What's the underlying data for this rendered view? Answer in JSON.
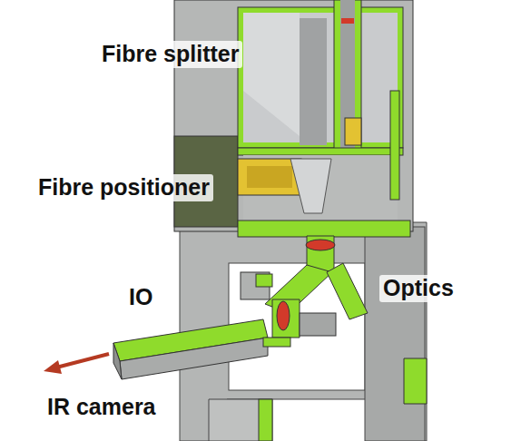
{
  "diagram": {
    "labels": [
      "Fibre splitter",
      "Fibre positioner",
      "IO",
      "Optics",
      "IR camera"
    ]
  }
}
